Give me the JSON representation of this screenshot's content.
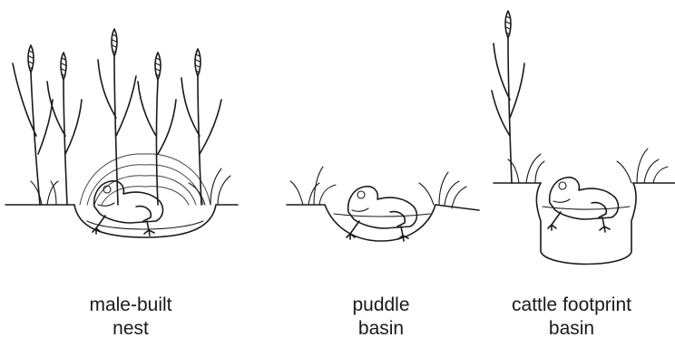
{
  "panels": [
    {
      "id": "male-built-nest",
      "caption": [
        "male-built",
        "nest"
      ]
    },
    {
      "id": "puddle-basin",
      "caption": [
        "puddle",
        "basin"
      ]
    },
    {
      "id": "cattle-footprint-basin",
      "caption": [
        "cattle footprint",
        "basin"
      ]
    }
  ]
}
